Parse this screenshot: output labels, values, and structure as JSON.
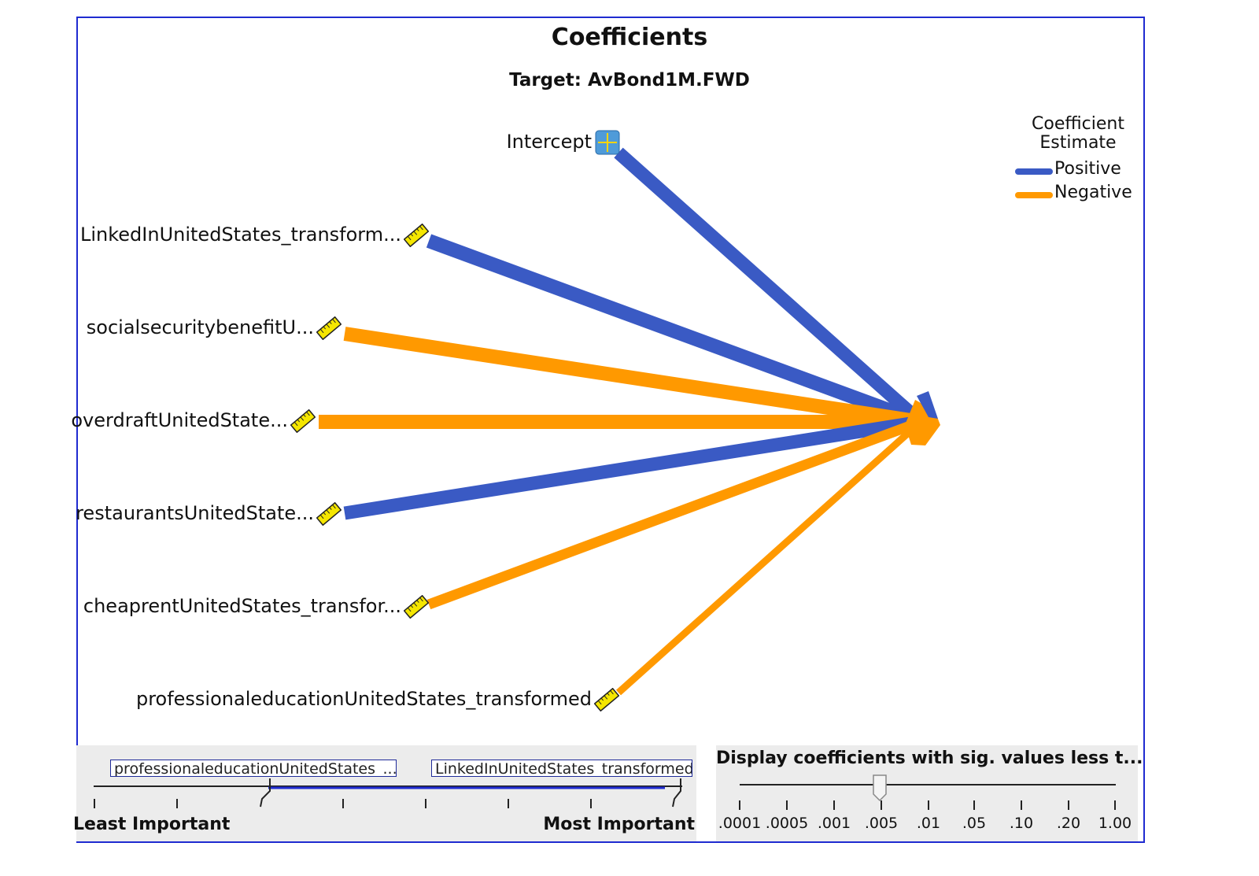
{
  "header": {
    "title": "Coefficients",
    "subtitle": "Target: AvBond1M.FWD"
  },
  "legend": {
    "title_line1": "Coefficient",
    "title_line2": "Estimate",
    "items": [
      {
        "label": "Positive",
        "color": "#3a5ac4"
      },
      {
        "label": "Negative",
        "color": "#ff9900"
      }
    ]
  },
  "diagram": {
    "predictors": [
      {
        "label": "Intercept",
        "sign": "Positive",
        "icon": "plus-icon"
      },
      {
        "label": "LinkedInUnitedStates_transform...",
        "sign": "Positive",
        "icon": "ruler-icon"
      },
      {
        "label": "socialsecuritybenefitU...",
        "sign": "Negative",
        "icon": "ruler-icon"
      },
      {
        "label": "overdraftUnitedState...",
        "sign": "Negative",
        "icon": "ruler-icon"
      },
      {
        "label": "restaurantsUnitedState...",
        "sign": "Positive",
        "icon": "ruler-icon"
      },
      {
        "label": "cheaprentUnitedStates_transfor...",
        "sign": "Negative",
        "icon": "ruler-icon"
      },
      {
        "label": "professionaleducationUnitedStates_transformed",
        "sign": "Negative",
        "icon": "ruler-icon"
      }
    ]
  },
  "importance_slider": {
    "low_label": "professionaleducationUnitedStates_...",
    "high_label": "LinkedInUnitedStates_transformed",
    "least_label": "Least Important",
    "most_label": "Most Important"
  },
  "sig_slider": {
    "title": "Display coefficients with sig. values less t...",
    "ticks": [
      ".0001",
      ".0005",
      ".001",
      ".005",
      ".01",
      ".05",
      ".10",
      ".20",
      "1.00"
    ],
    "selected": ".005"
  }
}
